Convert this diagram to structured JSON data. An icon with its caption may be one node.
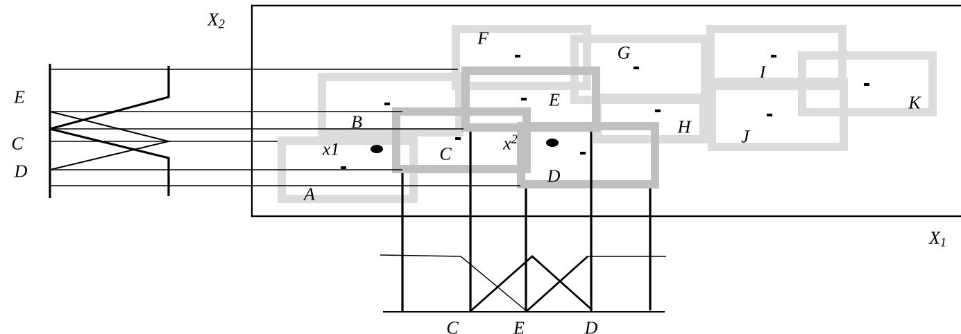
{
  "diagram": {
    "nodes": [
      {
        "text": [
          "F"
        ]
      },
      {
        "text": [
          "G"
        ]
      },
      {
        "text": [
          "I"
        ]
      },
      {
        "text": [
          "E"
        ]
      },
      {
        "text": [
          "K"
        ]
      },
      {
        "text": [
          "B"
        ]
      },
      {
        "text": [
          "H"
        ]
      },
      {
        "text": [
          "J"
        ]
      },
      {
        "text": [
          "C"
        ]
      },
      {
        "text": [
          "D"
        ]
      },
      {
        "text": [
          "A"
        ]
      }
    ],
    "labels": [
      "X$_{2}$",
      "E",
      "C",
      "D",
      "x1",
      "x$^{2}$",
      "X$_{1}$",
      "C",
      "E",
      "D"
    ]
  }
}
